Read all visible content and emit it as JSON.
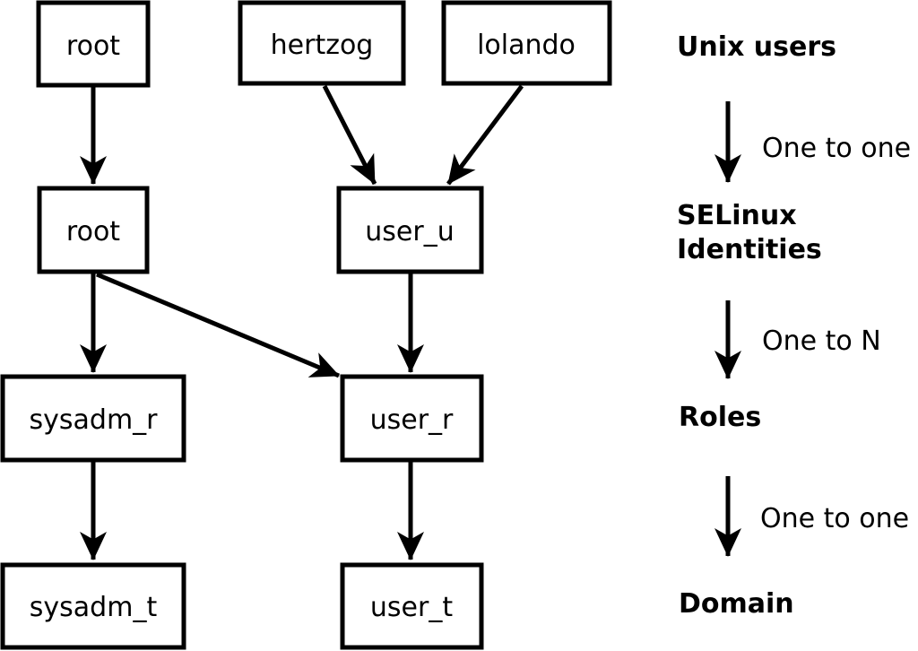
{
  "nodes": {
    "unix_root": {
      "label": "root"
    },
    "unix_hertzog": {
      "label": "hertzog"
    },
    "unix_lolando": {
      "label": "lolando"
    },
    "selinux_root": {
      "label": "root"
    },
    "selinux_user_u": {
      "label": "user_u"
    },
    "role_sysadm_r": {
      "label": "sysadm_r"
    },
    "role_user_r": {
      "label": "user_r"
    },
    "domain_sysadm_t": {
      "label": "sysadm_t"
    },
    "domain_user_t": {
      "label": "user_t"
    }
  },
  "edges": [
    {
      "from": "unix_root",
      "to": "selinux_root"
    },
    {
      "from": "unix_hertzog",
      "to": "selinux_user_u"
    },
    {
      "from": "unix_lolando",
      "to": "selinux_user_u"
    },
    {
      "from": "selinux_root",
      "to": "role_sysadm_r"
    },
    {
      "from": "selinux_root",
      "to": "role_user_r"
    },
    {
      "from": "selinux_user_u",
      "to": "role_user_r"
    },
    {
      "from": "role_sysadm_r",
      "to": "domain_sysadm_t"
    },
    {
      "from": "role_user_r",
      "to": "domain_user_t"
    }
  ],
  "legend": {
    "unix_users_label": "Unix users",
    "relation_users_to_identities": "One to one",
    "selinux_identities_line1": "SELinux",
    "selinux_identities_line2": "Identities",
    "relation_identities_to_roles": "One to N",
    "roles_label": "Roles",
    "relation_roles_to_domain": "One to one",
    "domain_label": "Domain"
  },
  "colors": {
    "line": "#000000",
    "text": "#000000",
    "background": "#ffffff"
  }
}
